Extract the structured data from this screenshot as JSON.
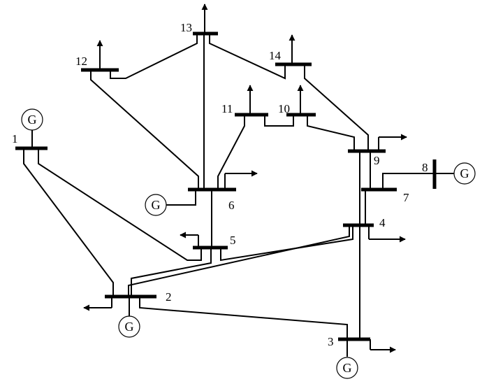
{
  "title": "IEEE 14-bus system",
  "generator_symbol": "G",
  "buses": [
    {
      "id": "1",
      "label": "1"
    },
    {
      "id": "2",
      "label": "2"
    },
    {
      "id": "3",
      "label": "3"
    },
    {
      "id": "4",
      "label": "4"
    },
    {
      "id": "5",
      "label": "5"
    },
    {
      "id": "6",
      "label": "6"
    },
    {
      "id": "7",
      "label": "7"
    },
    {
      "id": "8",
      "label": "8"
    },
    {
      "id": "9",
      "label": "9"
    },
    {
      "id": "10",
      "label": "10"
    },
    {
      "id": "11",
      "label": "11"
    },
    {
      "id": "12",
      "label": "12"
    },
    {
      "id": "13",
      "label": "13"
    },
    {
      "id": "14",
      "label": "14"
    }
  ],
  "generators_at_buses": [
    "1",
    "2",
    "3",
    "6",
    "8"
  ],
  "loads_at_buses": [
    "2",
    "3",
    "4",
    "5",
    "6",
    "9",
    "10",
    "11",
    "12",
    "13",
    "14"
  ],
  "branches": [
    [
      "1",
      "2"
    ],
    [
      "1",
      "5"
    ],
    [
      "2",
      "3"
    ],
    [
      "2",
      "4"
    ],
    [
      "2",
      "5"
    ],
    [
      "3",
      "4"
    ],
    [
      "4",
      "5"
    ],
    [
      "4",
      "7"
    ],
    [
      "4",
      "9"
    ],
    [
      "5",
      "6"
    ],
    [
      "6",
      "11"
    ],
    [
      "6",
      "12"
    ],
    [
      "6",
      "13"
    ],
    [
      "7",
      "8"
    ],
    [
      "7",
      "9"
    ],
    [
      "9",
      "10"
    ],
    [
      "9",
      "14"
    ],
    [
      "10",
      "11"
    ],
    [
      "12",
      "13"
    ],
    [
      "13",
      "14"
    ]
  ]
}
